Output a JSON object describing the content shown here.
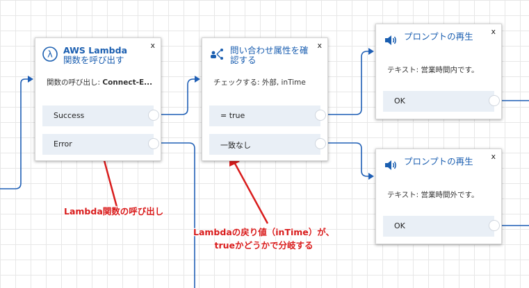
{
  "blocks": {
    "lambda": {
      "title_line1": "AWS Lambda",
      "title_line2": "関数を呼び出す",
      "close": "x",
      "description_prefix": "関数の呼び出し: ",
      "description_value": "Connect-E...",
      "branches": [
        "Success",
        "Error"
      ],
      "icon": "lambda-icon"
    },
    "check": {
      "title_line1": "問い合わせ属性を確",
      "title_line2": "認する",
      "close": "x",
      "description": "チェックする: 外部, inTime",
      "branches": [
        "= true",
        "一致なし"
      ],
      "icon": "branch-icon"
    },
    "prompt_open": {
      "title": "プロンプトの再生",
      "close": "x",
      "description": "テキスト: 営業時間内です。",
      "branches": [
        "OK"
      ],
      "icon": "speaker-icon"
    },
    "prompt_closed": {
      "title": "プロンプトの再生",
      "close": "x",
      "description": "テキスト: 営業時間外です。",
      "branches": [
        "OK"
      ],
      "icon": "speaker-icon"
    }
  },
  "annotations": {
    "lambda_call": "Lambda関数の呼び出し",
    "return_value_line1": "Lambdaの戻り値（inTime）が、",
    "return_value_line2": "trueかどうかで分岐する"
  },
  "colors": {
    "connector": "#1f5fb5",
    "title": "#1a5eb0",
    "annotation": "#d91c1c",
    "branch_bg": "#e9eff6"
  }
}
